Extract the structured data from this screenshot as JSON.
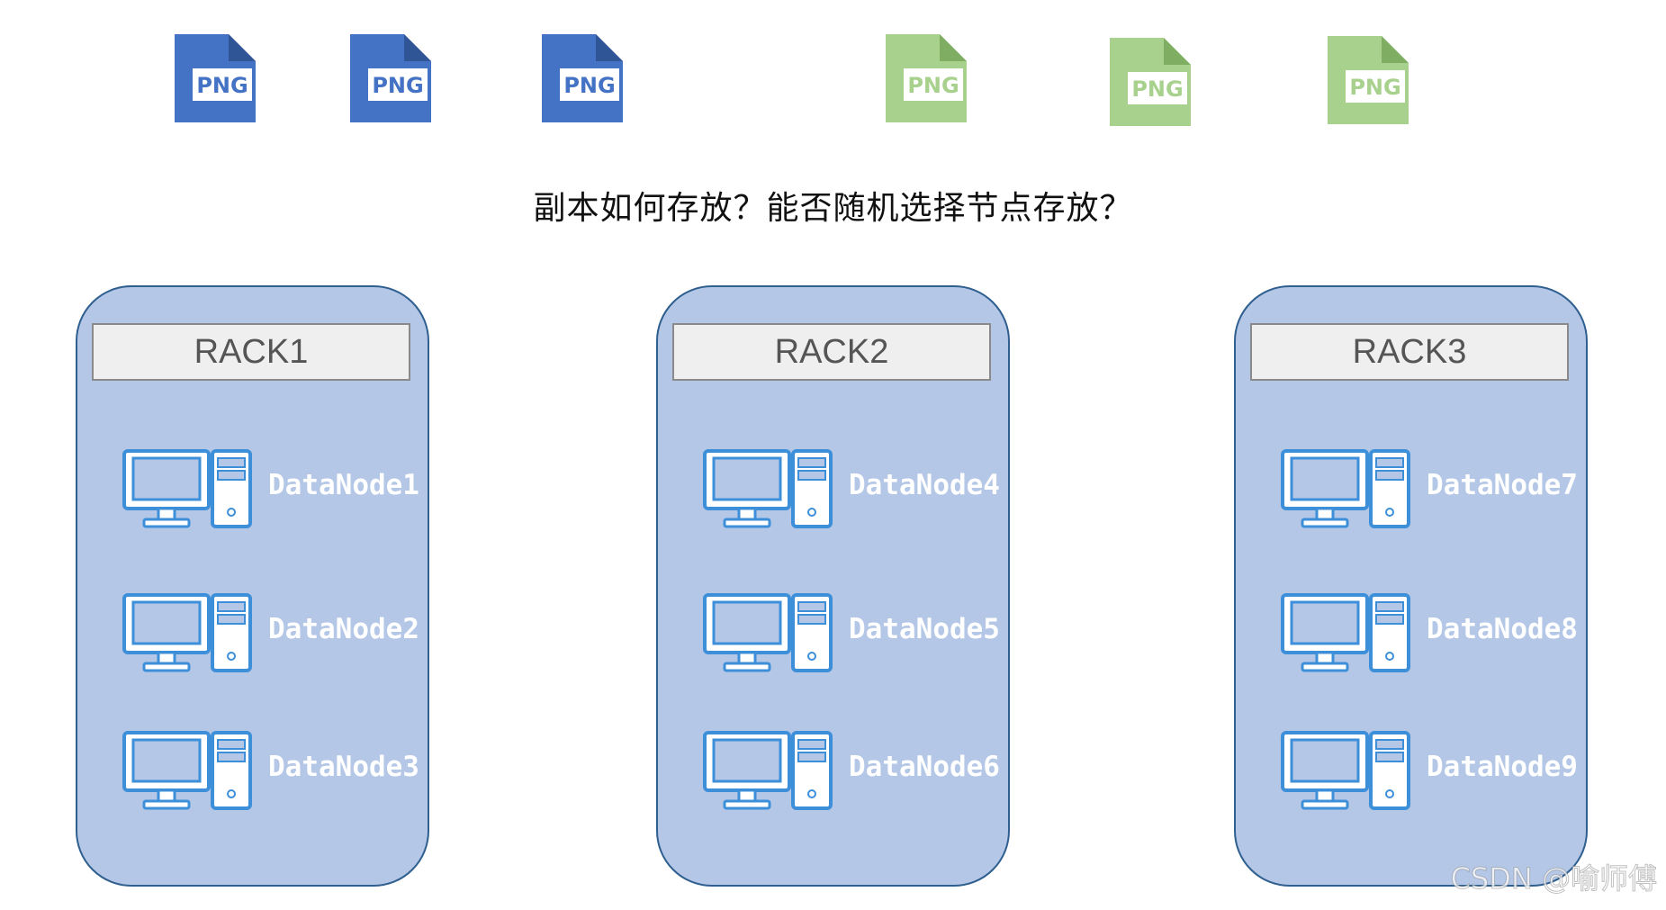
{
  "question": "副本如何存放？能否随机选择节点存放？",
  "watermark": "CSDN @喻师傅",
  "files": [
    {
      "label": "PNG",
      "color": "#4472c4"
    },
    {
      "label": "PNG",
      "color": "#4472c4"
    },
    {
      "label": "PNG",
      "color": "#4472c4"
    },
    {
      "label": "PNG",
      "color": "#a9d18e"
    },
    {
      "label": "PNG",
      "color": "#a9d18e"
    },
    {
      "label": "PNG",
      "color": "#a9d18e"
    }
  ],
  "racks": [
    {
      "label": "RACK1",
      "nodes": [
        "DataNode1",
        "DataNode2",
        "DataNode3"
      ]
    },
    {
      "label": "RACK2",
      "nodes": [
        "DataNode4",
        "DataNode5",
        "DataNode6"
      ]
    },
    {
      "label": "RACK3",
      "nodes": [
        "DataNode7",
        "DataNode8",
        "DataNode9"
      ]
    }
  ],
  "colors": {
    "rack_fill": "#b4c7e7",
    "rack_border": "#2f5f8f",
    "pc_icon": "#3d8fd9"
  },
  "icons": {
    "file": "png-file-icon",
    "node": "computer-icon"
  }
}
